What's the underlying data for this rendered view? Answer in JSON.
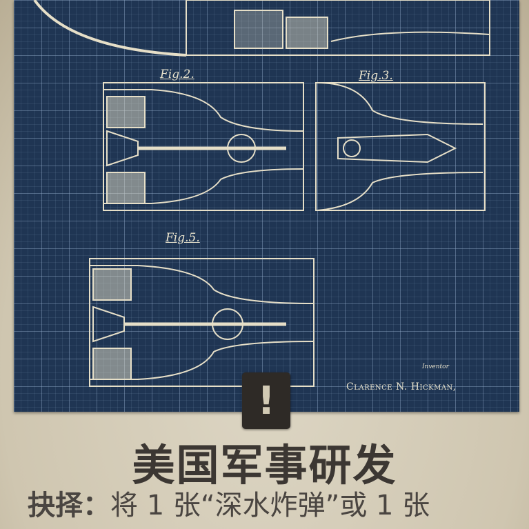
{
  "card": {
    "figures": [
      "Fig.2.",
      "Fig.3.",
      "Fig.5."
    ],
    "inventor_label": "Inventor",
    "signature": "Clarence N. Hickman,",
    "alert_icon": "exclamation-icon",
    "title": "美国军事研发",
    "description_prefix": "抉择：",
    "description_body": "将 1 张“深水炸弹”或 1 张"
  },
  "colors": {
    "blueprint": "#1f3553",
    "parchment": "#d8d0bc",
    "text": "#3c3733",
    "line": "#e8e2cc"
  }
}
